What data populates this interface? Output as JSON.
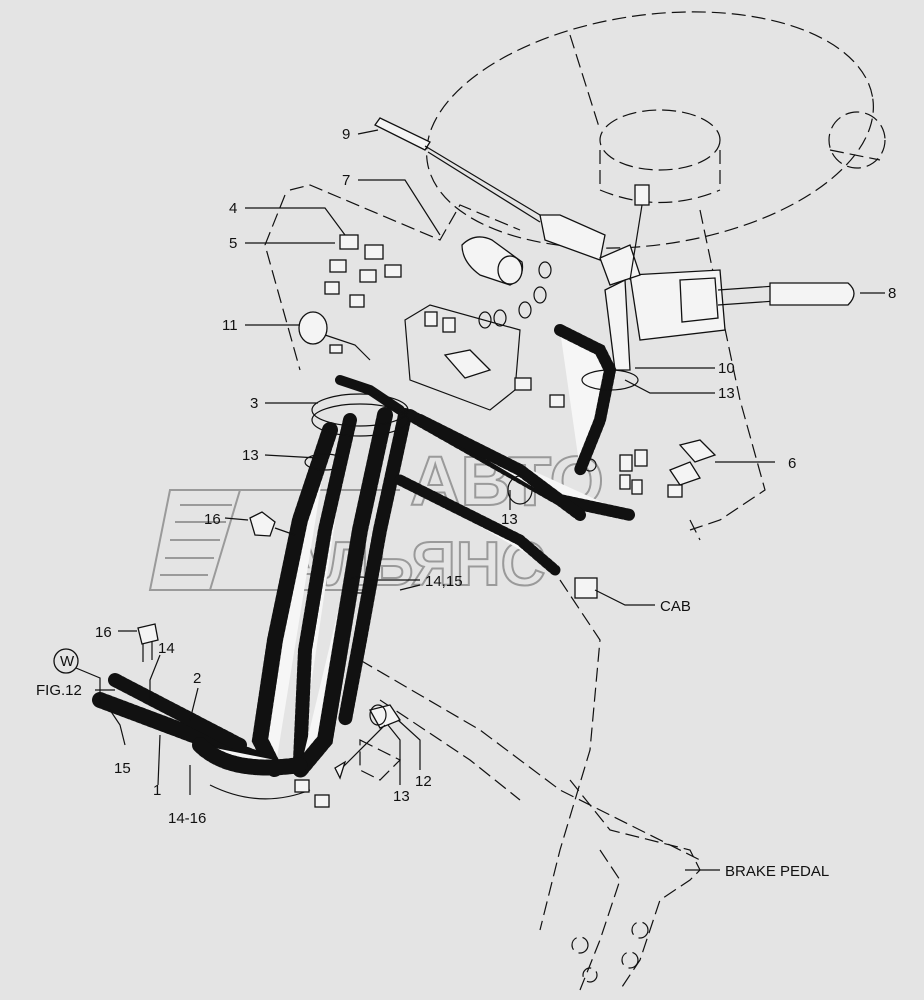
{
  "callouts": {
    "c9": "9",
    "c7": "7",
    "c4": "4",
    "c5": "5",
    "c11": "11",
    "c3": "3",
    "c13_left": "13",
    "c16_top": "16",
    "c16_bottom": "16",
    "c14": "14",
    "w_circle": "W",
    "fig12": "FIG.12",
    "c2": "2",
    "c15": "15",
    "c1": "1",
    "c14_16": "14-16",
    "c8": "8",
    "c10": "10",
    "c13_right": "13",
    "c6": "6",
    "c13_center": "13",
    "c14_15": "14,15",
    "cab": "CAB",
    "c12": "12",
    "c13_bottom": "13",
    "brake_pedal": "BRAKE PEDAL"
  },
  "watermark": {
    "line1": "АВТО",
    "line2": "АЛЬЯНС"
  }
}
